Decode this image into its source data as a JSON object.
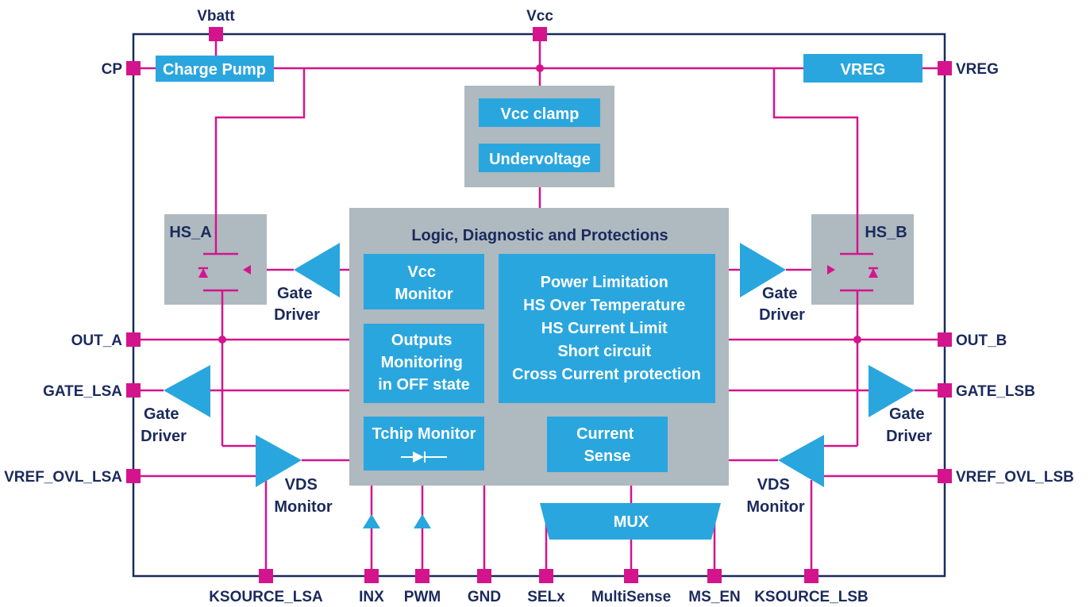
{
  "pins": {
    "vbatt": "Vbatt",
    "vcc": "Vcc",
    "cp": "CP",
    "vreg": "VREG",
    "out_a": "OUT_A",
    "out_b": "OUT_B",
    "gate_lsa": "GATE_LSA",
    "gate_lsb": "GATE_LSB",
    "vref_ovl_lsa": "VREF_OVL_LSA",
    "vref_ovl_lsb": "VREF_OVL_LSB",
    "ksource_lsa": "KSOURCE_LSA",
    "inx": "INX",
    "pwm": "PWM",
    "gnd": "GND",
    "selx": "SELx",
    "multisense": "MultiSense",
    "ms_en": "MS_EN",
    "ksource_lsb": "KSOURCE_LSB"
  },
  "blocks": {
    "charge_pump": "Charge Pump",
    "vreg": "VREG",
    "vcc_clamp": "Vcc clamp",
    "undervoltage": "Undervoltage",
    "logic_title": "Logic, Diagnostic and Protections",
    "vcc_monitor": [
      "Vcc",
      "Monitor"
    ],
    "outputs_monitoring": [
      "Outputs",
      "Monitoring",
      "in OFF state"
    ],
    "tchip_monitor": "Tchip Monitor",
    "protections": [
      "Power Limitation",
      "HS Over Temperature",
      "HS Current Limit",
      "Short circuit",
      "Cross Current protection"
    ],
    "current_sense": [
      "Current",
      "Sense"
    ],
    "mux": "MUX",
    "hs_a": "HS_A",
    "hs_b": "HS_B"
  },
  "drivers": {
    "gate_driver": [
      "Gate",
      "Driver"
    ],
    "vds_monitor": [
      "VDS",
      "Monitor"
    ]
  }
}
